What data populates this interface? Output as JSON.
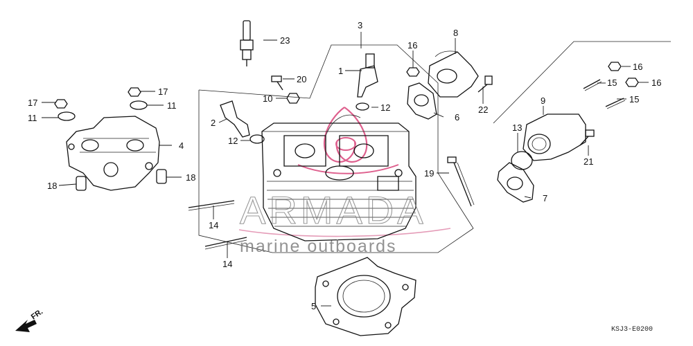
{
  "callouts": [
    {
      "id": "c1",
      "label": "1"
    },
    {
      "id": "c2",
      "label": "2"
    },
    {
      "id": "c3",
      "label": "3"
    },
    {
      "id": "c4",
      "label": "4"
    },
    {
      "id": "c5",
      "label": "5"
    },
    {
      "id": "c6",
      "label": "6"
    },
    {
      "id": "c7",
      "label": "7"
    },
    {
      "id": "c8",
      "label": "8"
    },
    {
      "id": "c9",
      "label": "9"
    },
    {
      "id": "c10",
      "label": "10"
    },
    {
      "id": "c11a",
      "label": "11"
    },
    {
      "id": "c11b",
      "label": "11"
    },
    {
      "id": "c12a",
      "label": "12"
    },
    {
      "id": "c12b",
      "label": "12"
    },
    {
      "id": "c13",
      "label": "13"
    },
    {
      "id": "c14a",
      "label": "14"
    },
    {
      "id": "c14b",
      "label": "14"
    },
    {
      "id": "c15a",
      "label": "15"
    },
    {
      "id": "c15b",
      "label": "15"
    },
    {
      "id": "c16a",
      "label": "16"
    },
    {
      "id": "c16b",
      "label": "16"
    },
    {
      "id": "c16c",
      "label": "16"
    },
    {
      "id": "c17a",
      "label": "17"
    },
    {
      "id": "c17b",
      "label": "17"
    },
    {
      "id": "c18a",
      "label": "18"
    },
    {
      "id": "c18b",
      "label": "18"
    },
    {
      "id": "c19",
      "label": "19"
    },
    {
      "id": "c20",
      "label": "20"
    },
    {
      "id": "c21",
      "label": "21"
    },
    {
      "id": "c22",
      "label": "22"
    },
    {
      "id": "c23",
      "label": "23"
    }
  ],
  "watermark": {
    "brand": "ARMADA",
    "tagline": "marine outboards"
  },
  "diagram_code": "KSJ3-E0200",
  "direction_marker": "FR."
}
